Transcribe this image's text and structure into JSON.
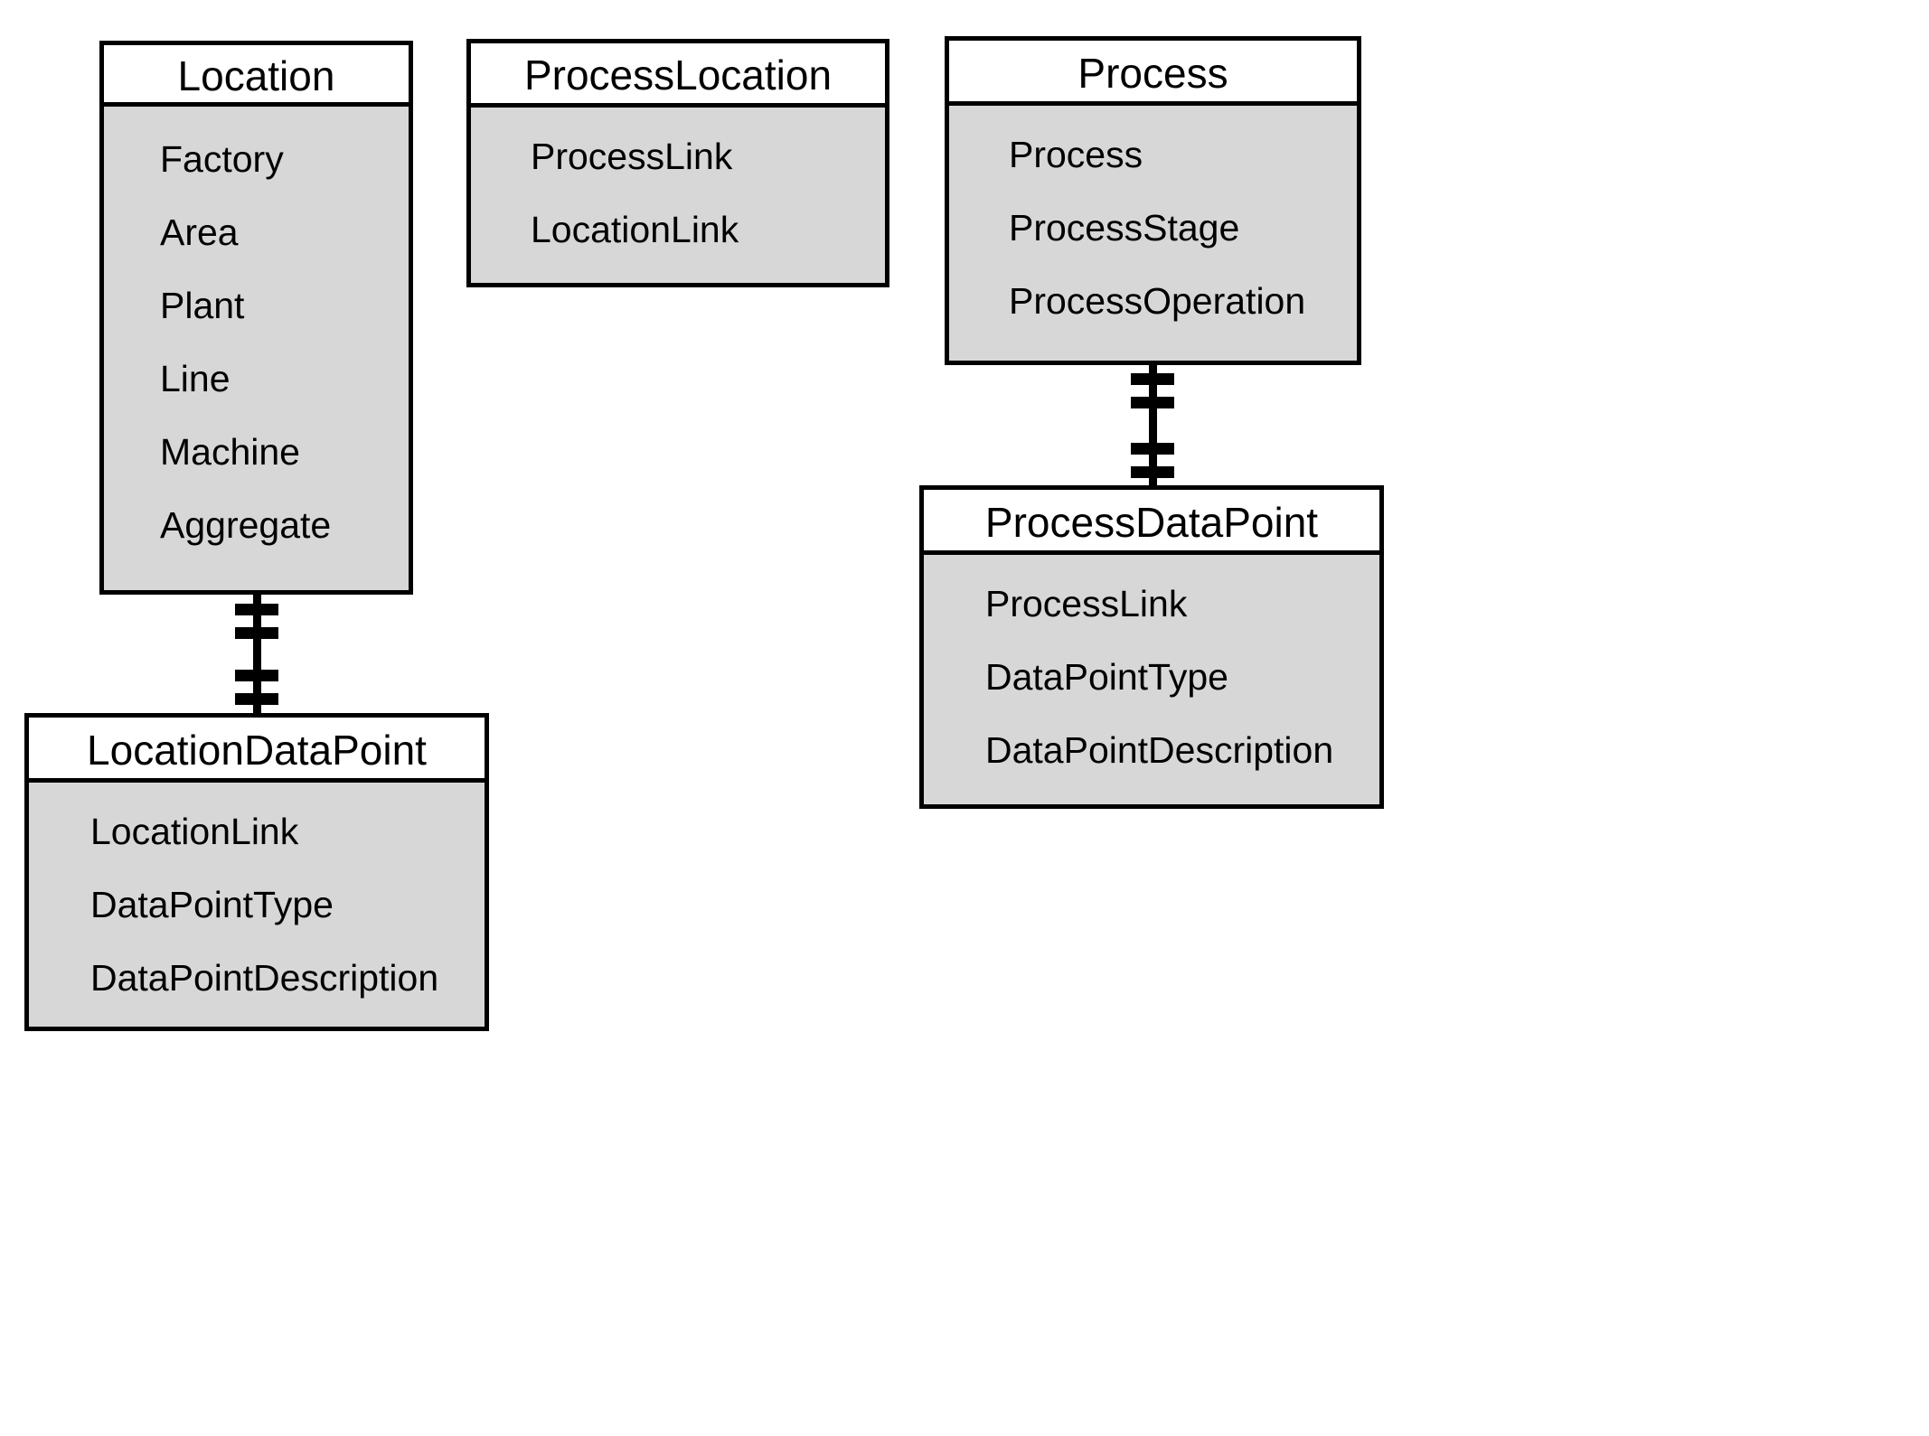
{
  "diagram": {
    "type": "entity-relationship-diagram",
    "notation": "crows-foot",
    "background_color": "#ffffff",
    "entity_header_color": "#ffffff",
    "entity_body_color": "#d7d7d7",
    "line_color": "#000000",
    "entities": [
      {
        "id": "location",
        "title": "Location",
        "attributes": [
          "Factory",
          "Area",
          "Plant",
          "Line",
          "Machine",
          "Aggregate"
        ]
      },
      {
        "id": "processlocation",
        "title": "ProcessLocation",
        "attributes": [
          "ProcessLink",
          "LocationLink"
        ]
      },
      {
        "id": "process",
        "title": "Process",
        "attributes": [
          "Process",
          "ProcessStage",
          "ProcessOperation"
        ]
      },
      {
        "id": "processdatapoint",
        "title": "ProcessDataPoint",
        "attributes": [
          "ProcessLink",
          "DataPointType",
          "DataPointDescription"
        ]
      },
      {
        "id": "locationdatapoint",
        "title": "LocationDataPoint",
        "attributes": [
          "LocationLink",
          "DataPointType",
          "DataPointDescription"
        ]
      }
    ],
    "relationships": [
      {
        "id": "location-locationdatapoint",
        "from": "Location",
        "to": "LocationDataPoint",
        "from_cardinality": "one-and-only-one",
        "to_cardinality": "one-and-only-one"
      },
      {
        "id": "process-processdatapoint",
        "from": "Process",
        "to": "ProcessDataPoint",
        "from_cardinality": "one-and-only-one",
        "to_cardinality": "one-and-only-one"
      }
    ]
  }
}
